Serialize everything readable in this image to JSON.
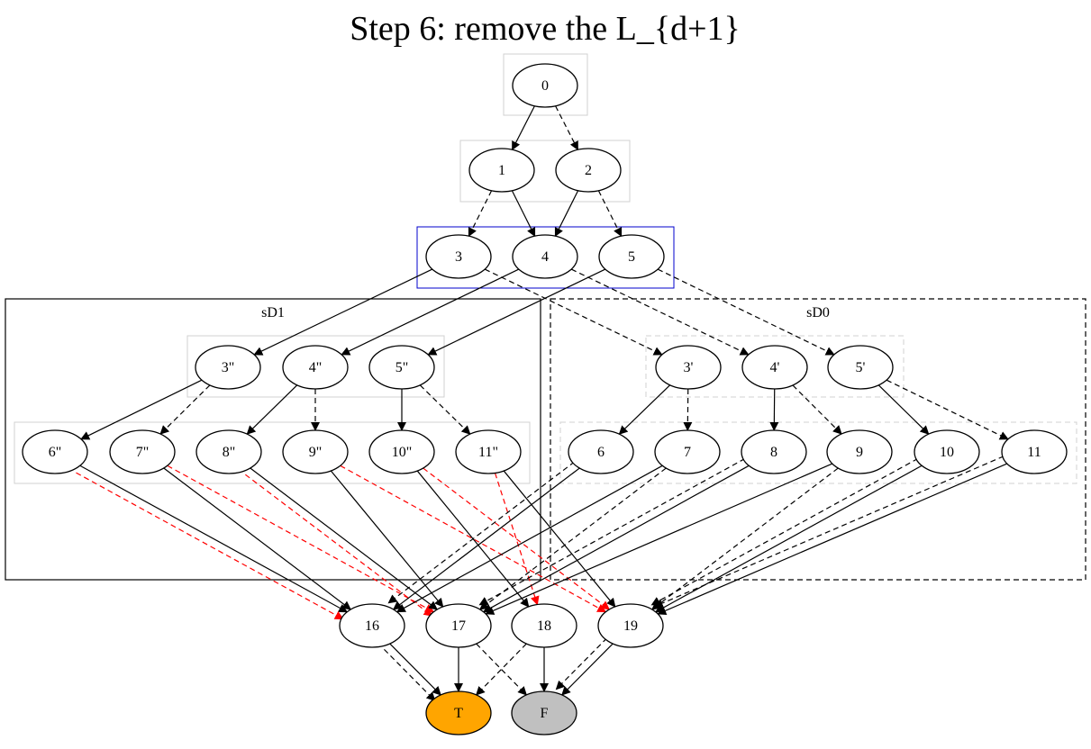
{
  "title": "Step 6: remove the L_{d+1}",
  "colors": {
    "terminal_true": "#FFA500",
    "terminal_false": "#C0C0C0",
    "highlight_edge": "#FF0000",
    "level_box": "#D0D0D0",
    "active_box": "#0000CC"
  },
  "clusters": [
    {
      "id": "sD1",
      "label": "sD1",
      "style": "solid"
    },
    {
      "id": "sD0",
      "label": "sD0",
      "style": "dashed"
    }
  ],
  "nodes": [
    {
      "id": "n0",
      "label": "0"
    },
    {
      "id": "n1",
      "label": "1"
    },
    {
      "id": "n2",
      "label": "2"
    },
    {
      "id": "n3",
      "label": "3"
    },
    {
      "id": "n4",
      "label": "4"
    },
    {
      "id": "n5",
      "label": "5"
    },
    {
      "id": "n3pp",
      "label": "3\""
    },
    {
      "id": "n4pp",
      "label": "4\""
    },
    {
      "id": "n5pp",
      "label": "5\""
    },
    {
      "id": "n6pp",
      "label": "6\""
    },
    {
      "id": "n7pp",
      "label": "7\""
    },
    {
      "id": "n8pp",
      "label": "8\""
    },
    {
      "id": "n9pp",
      "label": "9\""
    },
    {
      "id": "n10pp",
      "label": "10\""
    },
    {
      "id": "n11pp",
      "label": "11\""
    },
    {
      "id": "n3p",
      "label": "3'"
    },
    {
      "id": "n4p",
      "label": "4'"
    },
    {
      "id": "n5p",
      "label": "5'"
    },
    {
      "id": "n6",
      "label": "6"
    },
    {
      "id": "n7",
      "label": "7"
    },
    {
      "id": "n8",
      "label": "8"
    },
    {
      "id": "n9",
      "label": "9"
    },
    {
      "id": "n10",
      "label": "10"
    },
    {
      "id": "n11",
      "label": "11"
    },
    {
      "id": "n16",
      "label": "16"
    },
    {
      "id": "n17",
      "label": "17"
    },
    {
      "id": "n18",
      "label": "18"
    },
    {
      "id": "n19",
      "label": "19"
    },
    {
      "id": "nT",
      "label": "T",
      "fill": "terminal_true"
    },
    {
      "id": "nF",
      "label": "F",
      "fill": "terminal_false"
    }
  ],
  "edges": [
    {
      "from": "n0",
      "to": "n1",
      "style": "solid"
    },
    {
      "from": "n0",
      "to": "n2",
      "style": "dashed"
    },
    {
      "from": "n1",
      "to": "n3",
      "style": "dashed"
    },
    {
      "from": "n1",
      "to": "n4",
      "style": "solid"
    },
    {
      "from": "n2",
      "to": "n4",
      "style": "solid"
    },
    {
      "from": "n2",
      "to": "n5",
      "style": "dashed"
    },
    {
      "from": "n3",
      "to": "n3pp",
      "style": "solid"
    },
    {
      "from": "n4",
      "to": "n4pp",
      "style": "solid"
    },
    {
      "from": "n5",
      "to": "n5pp",
      "style": "solid"
    },
    {
      "from": "n3",
      "to": "n3p",
      "style": "dashed"
    },
    {
      "from": "n4",
      "to": "n4p",
      "style": "dashed"
    },
    {
      "from": "n5",
      "to": "n5p",
      "style": "dashed"
    },
    {
      "from": "n3pp",
      "to": "n6pp",
      "style": "solid"
    },
    {
      "from": "n3pp",
      "to": "n7pp",
      "style": "dashed"
    },
    {
      "from": "n4pp",
      "to": "n8pp",
      "style": "solid"
    },
    {
      "from": "n4pp",
      "to": "n9pp",
      "style": "dashed"
    },
    {
      "from": "n5pp",
      "to": "n10pp",
      "style": "solid"
    },
    {
      "from": "n5pp",
      "to": "n11pp",
      "style": "dashed"
    },
    {
      "from": "n3p",
      "to": "n6",
      "style": "solid"
    },
    {
      "from": "n3p",
      "to": "n7",
      "style": "dashed"
    },
    {
      "from": "n4p",
      "to": "n8",
      "style": "solid"
    },
    {
      "from": "n4p",
      "to": "n9",
      "style": "dashed"
    },
    {
      "from": "n5p",
      "to": "n10",
      "style": "solid"
    },
    {
      "from": "n5p",
      "to": "n11",
      "style": "dashed"
    },
    {
      "from": "n6pp",
      "to": "n16",
      "style": "solid"
    },
    {
      "from": "n6pp",
      "to": "n16",
      "style": "red-dashed"
    },
    {
      "from": "n7pp",
      "to": "n16",
      "style": "solid"
    },
    {
      "from": "n7pp",
      "to": "n17",
      "style": "red-dashed"
    },
    {
      "from": "n8pp",
      "to": "n17",
      "style": "solid"
    },
    {
      "from": "n8pp",
      "to": "n17",
      "style": "red-dashed"
    },
    {
      "from": "n9pp",
      "to": "n17",
      "style": "solid"
    },
    {
      "from": "n9pp",
      "to": "n19",
      "style": "red-dashed"
    },
    {
      "from": "n10pp",
      "to": "n18",
      "style": "solid"
    },
    {
      "from": "n10pp",
      "to": "n19",
      "style": "red-dashed"
    },
    {
      "from": "n11pp",
      "to": "n19",
      "style": "solid"
    },
    {
      "from": "n11pp",
      "to": "n18",
      "style": "red-dashed"
    },
    {
      "from": "n6",
      "to": "n16",
      "style": "solid"
    },
    {
      "from": "n6",
      "to": "n16",
      "style": "dashed"
    },
    {
      "from": "n7",
      "to": "n16",
      "style": "solid"
    },
    {
      "from": "n7",
      "to": "n17",
      "style": "dashed"
    },
    {
      "from": "n8",
      "to": "n17",
      "style": "solid"
    },
    {
      "from": "n8",
      "to": "n17",
      "style": "dashed"
    },
    {
      "from": "n9",
      "to": "n17",
      "style": "solid"
    },
    {
      "from": "n9",
      "to": "n19",
      "style": "dashed"
    },
    {
      "from": "n10",
      "to": "n19",
      "style": "solid"
    },
    {
      "from": "n10",
      "to": "n19",
      "style": "dashed"
    },
    {
      "from": "n11",
      "to": "n19",
      "style": "solid"
    },
    {
      "from": "n11",
      "to": "n19",
      "style": "dashed"
    },
    {
      "from": "n16",
      "to": "nT",
      "style": "solid"
    },
    {
      "from": "n16",
      "to": "nT",
      "style": "dashed"
    },
    {
      "from": "n17",
      "to": "nT",
      "style": "solid"
    },
    {
      "from": "n17",
      "to": "nF",
      "style": "dashed"
    },
    {
      "from": "n18",
      "to": "nF",
      "style": "solid"
    },
    {
      "from": "n18",
      "to": "nT",
      "style": "dashed"
    },
    {
      "from": "n19",
      "to": "nF",
      "style": "solid"
    },
    {
      "from": "n19",
      "to": "nF",
      "style": "dashed"
    }
  ]
}
